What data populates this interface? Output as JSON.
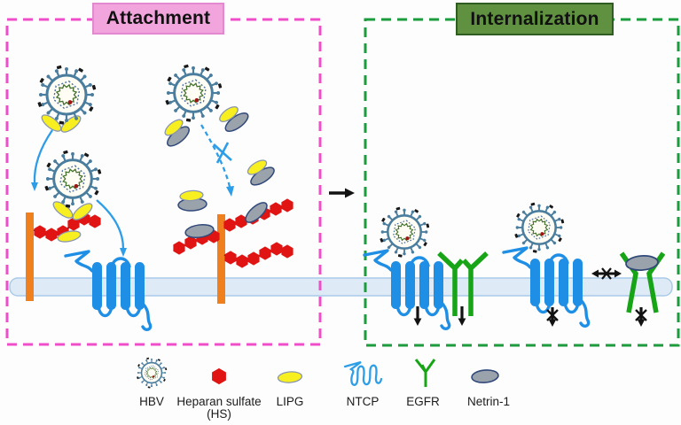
{
  "figure": {
    "attachment_title": "Attachment",
    "internalization_title": "Internalization"
  },
  "legend": {
    "hbv": "HBV",
    "heparan_sulfate_line1": "Heparan sulfate",
    "heparan_sulfate_line2": "(HS)",
    "lipg": "LIPG",
    "ntcp": "NTCP",
    "egfr": "EGFR",
    "netrin": "Netrin-1"
  },
  "colors": {
    "attachment_box_fill": "#f2a4dc",
    "attachment_dash": "#ee4ec8",
    "internalization_box_fill": "#5f9140",
    "internalization_box_border": "#2f5c20",
    "internalization_dash": "#1c9c3c",
    "membrane_fill": "#dfeaf7",
    "membrane_stroke": "#aacae9",
    "ntcp_blue": "#1f8fe6",
    "egfr_green": "#17a517",
    "heparan_red": "#e11414",
    "lipg_yellow": "#f7ef1f",
    "netrin_gray": "#9aa2ac",
    "proteoglycan_orange": "#f0801e",
    "virus_outline": "#4b7e9e",
    "arrow_blue": "#2e9de8"
  }
}
